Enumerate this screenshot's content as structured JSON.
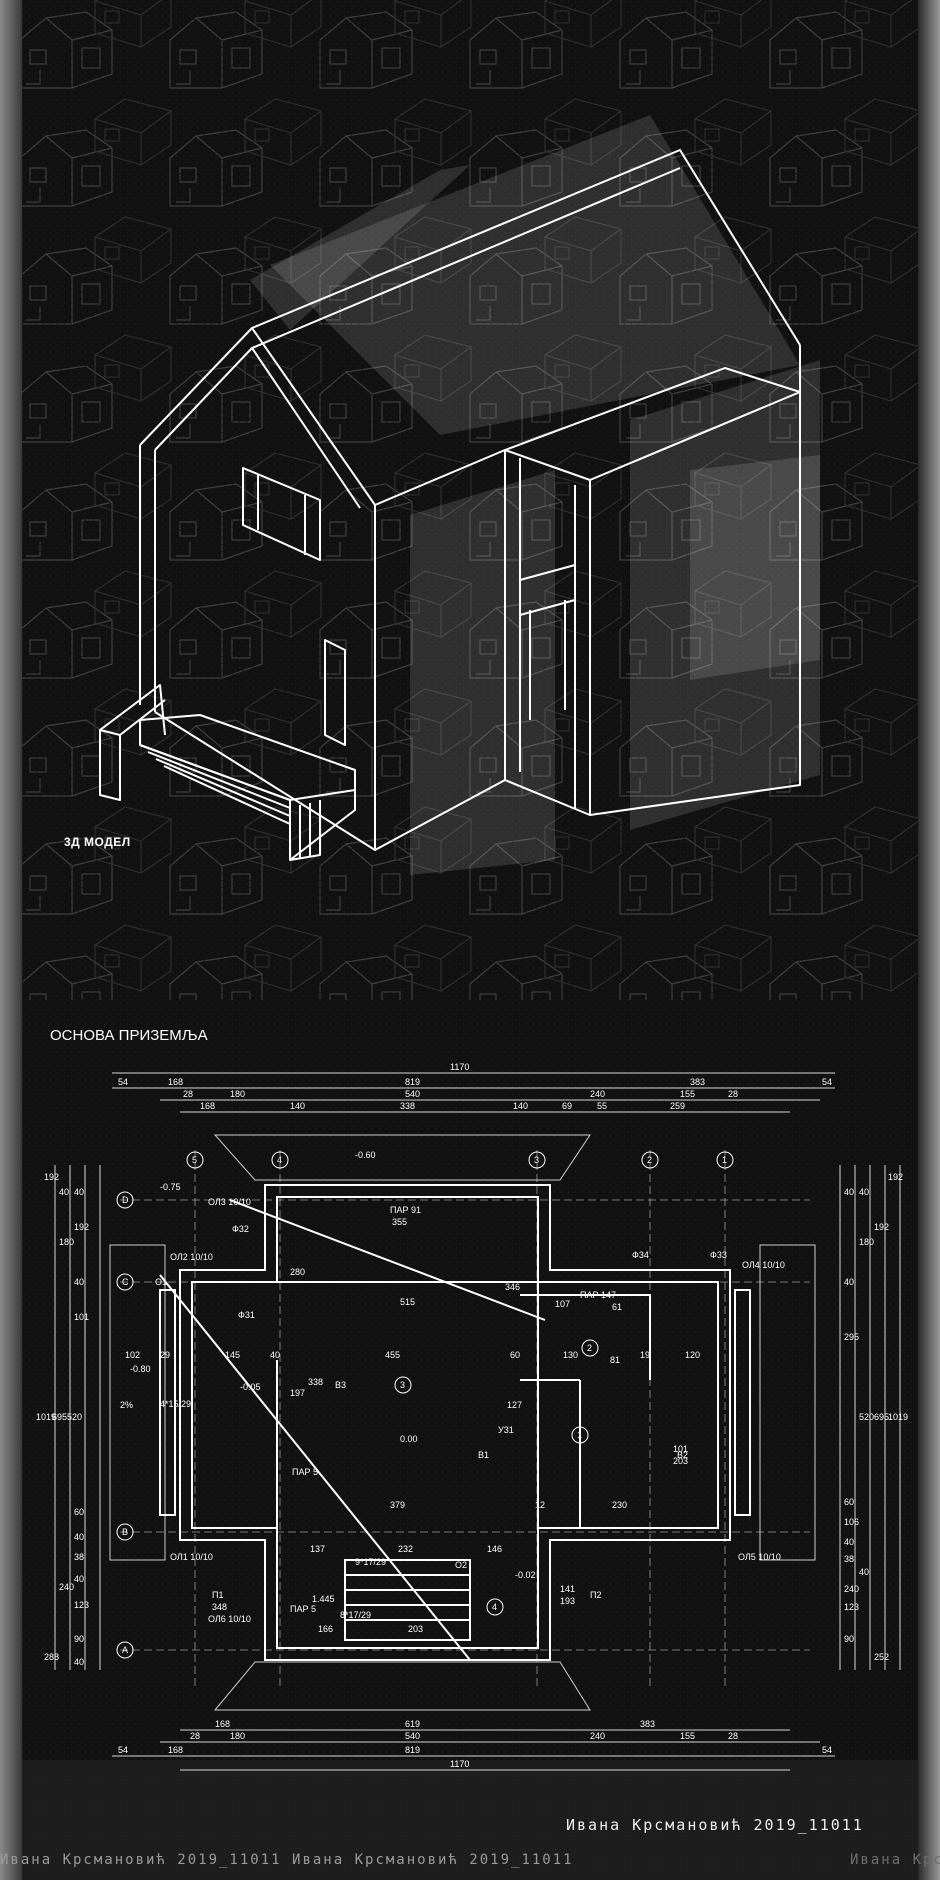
{
  "model": {
    "caption": "3Д МОДЕЛ"
  },
  "plan": {
    "caption": "ОСНОВА ПРИЗЕМЉА",
    "dims_top": [
      "1170",
      "819",
      "383",
      "54",
      "168",
      "28",
      "180",
      "540",
      "240",
      "155",
      "28",
      "54",
      "168",
      "140",
      "338",
      "140",
      "69",
      "55",
      "259"
    ],
    "dims_bottom": [
      "168",
      "28",
      "180",
      "619",
      "540",
      "383",
      "240",
      "155",
      "28",
      "54",
      "168",
      "819",
      "54",
      "1170"
    ],
    "dims_left": [
      "192",
      "40",
      "40",
      "180",
      "192",
      "40",
      "101",
      "1019",
      "695",
      "520",
      "60",
      "40",
      "38",
      "240",
      "40",
      "123",
      "90",
      "40",
      "288"
    ],
    "dims_right": [
      "192",
      "40",
      "40",
      "180",
      "192",
      "40",
      "295",
      "1019",
      "695",
      "520",
      "60",
      "106",
      "40",
      "38",
      "40",
      "240",
      "123",
      "90",
      "252"
    ],
    "axis_top": [
      "5",
      "4",
      "3",
      "2",
      "1"
    ],
    "axis_side": [
      "D",
      "C",
      "B",
      "A"
    ],
    "rooms": [
      "1",
      "2",
      "3",
      "4"
    ],
    "levels": [
      "-0.60",
      "-0.75",
      "-0.05",
      "0.00",
      "-0.80",
      "-0.02",
      "1.445"
    ],
    "tags": [
      "ОЛ3 10/10",
      "ОЛ2 10/10",
      "ОЛ4 10/10",
      "ОЛ1 10/10",
      "ОЛ5 10/10",
      "ОЛ6 10/10",
      "О1",
      "О2",
      "П1",
      "П2",
      "Ф32",
      "Ф31",
      "Ф33",
      "Ф34",
      "В1",
      "В2",
      "В3",
      "У31",
      "ПАР 91",
      "ПАР 147",
      "ПАР 5",
      "ПАР 5"
    ],
    "interior_dims": [
      "355",
      "280",
      "515",
      "455",
      "379",
      "145",
      "102",
      "120",
      "230",
      "232",
      "137",
      "146",
      "166",
      "203",
      "338",
      "197",
      "107",
      "81",
      "61",
      "130",
      "127",
      "101",
      "203",
      "141",
      "348",
      "193",
      "346",
      "60",
      "12",
      "19",
      "40",
      "29",
      "4*15/29",
      "9*17/29",
      "8*17/29",
      "2%"
    ]
  },
  "author": {
    "line": "Ивана Крсмановић 2019_11011"
  }
}
